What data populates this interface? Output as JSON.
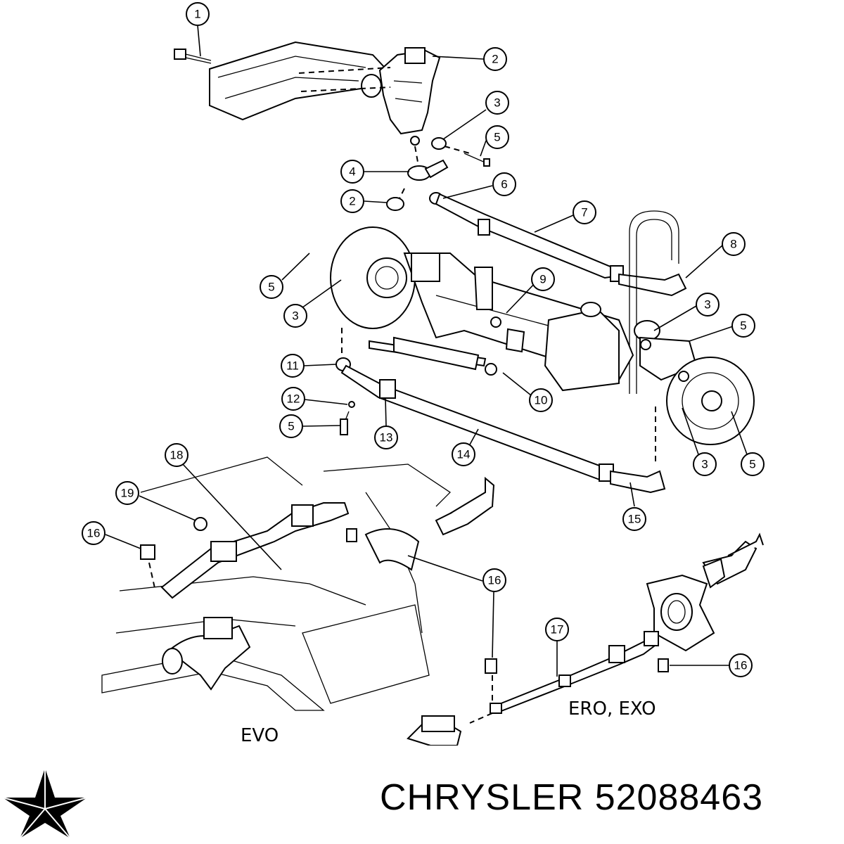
{
  "callouts": [
    {
      "id": "c1",
      "label": "1"
    },
    {
      "id": "c2a",
      "label": "2"
    },
    {
      "id": "c3a",
      "label": "3"
    },
    {
      "id": "c5a",
      "label": "5"
    },
    {
      "id": "c4",
      "label": "4"
    },
    {
      "id": "c6",
      "label": "6"
    },
    {
      "id": "c2b",
      "label": "2"
    },
    {
      "id": "c7",
      "label": "7"
    },
    {
      "id": "c8",
      "label": "8"
    },
    {
      "id": "c5b",
      "label": "5"
    },
    {
      "id": "c3b",
      "label": "3"
    },
    {
      "id": "c9",
      "label": "9"
    },
    {
      "id": "c3c",
      "label": "3"
    },
    {
      "id": "c5c",
      "label": "5"
    },
    {
      "id": "c11",
      "label": "11"
    },
    {
      "id": "c10",
      "label": "10"
    },
    {
      "id": "c12",
      "label": "12"
    },
    {
      "id": "c5d",
      "label": "5"
    },
    {
      "id": "c13",
      "label": "13"
    },
    {
      "id": "c14",
      "label": "14"
    },
    {
      "id": "c3d",
      "label": "3"
    },
    {
      "id": "c5e",
      "label": "5"
    },
    {
      "id": "c18",
      "label": "18"
    },
    {
      "id": "c19",
      "label": "19"
    },
    {
      "id": "c16a",
      "label": "16"
    },
    {
      "id": "c15",
      "label": "15"
    },
    {
      "id": "c16b",
      "label": "16"
    },
    {
      "id": "c17",
      "label": "17"
    },
    {
      "id": "c16c",
      "label": "16"
    }
  ],
  "variants": {
    "evo": "EVO",
    "ero_exo": "ERO, EXO"
  },
  "footer": {
    "brand": "CHRYSLER",
    "part_number": "52088463",
    "logo": "pentastar-logo"
  }
}
